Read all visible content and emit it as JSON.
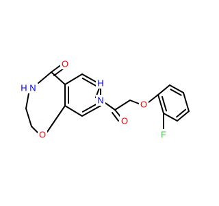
{
  "molecule": {
    "atoms": {
      "ring_nh": {
        "text": "H",
        "element": "N"
      },
      "ring_n": {
        "text": "N",
        "element": "N"
      },
      "ketone_o": {
        "text": "O",
        "element": "O"
      },
      "ring_o": {
        "text": "O",
        "element": "O"
      },
      "amide_nh": {
        "text": "H",
        "element": "N"
      },
      "amide_n": {
        "text": "N",
        "element": "N"
      },
      "amide_o": {
        "text": "O",
        "element": "O"
      },
      "ether_o": {
        "text": "O",
        "element": "O"
      },
      "fluorine": {
        "text": "F",
        "element": "F"
      }
    },
    "colors": {
      "N": "#0000ff",
      "O": "#ff0000",
      "F": "#33cc33",
      "bond": "#000000"
    }
  }
}
